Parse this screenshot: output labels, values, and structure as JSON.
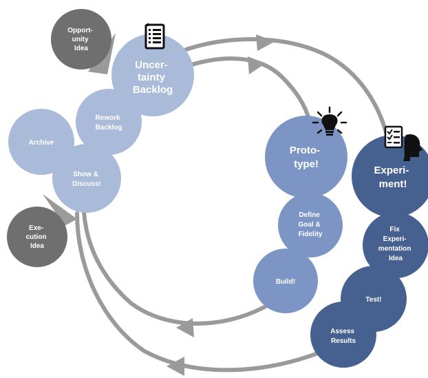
{
  "colors": {
    "flow_arrow": "#9a9a9a",
    "idea_gray": "#6f6f6f",
    "backlog_pale": "#a9bbd9",
    "prototype_mid": "#7c95c5",
    "experiment_dark": "#46618f",
    "white": "#ffffff"
  },
  "icons": {
    "backlog": "document-list-icon",
    "prototype": "lightbulb-icon",
    "experiment": "head-checklist-icon"
  },
  "nodes": {
    "opportunity_idea": [
      "Opport-",
      "unity",
      "Idea"
    ],
    "execution_idea": [
      "Exe-",
      "cution",
      "Idea"
    ],
    "uncertainty_backlog": [
      "Uncer-",
      "tainty",
      "Backlog"
    ],
    "rework_backlog": [
      "Rework",
      "Backlog"
    ],
    "archive": [
      "Archive"
    ],
    "show_discuss": [
      "Show &",
      "Discuss!"
    ],
    "prototype": [
      "Proto-",
      "type!"
    ],
    "define_goal": [
      "Define",
      "Goal &",
      "Fidelity"
    ],
    "build": [
      "Build!"
    ],
    "experiment": [
      "Experi-",
      "ment!"
    ],
    "fix_experimentation": [
      "Fix",
      "Experi-",
      "mentation",
      "Idea"
    ],
    "test": [
      "Test!"
    ],
    "assess_results": [
      "Assess",
      "Results"
    ]
  }
}
